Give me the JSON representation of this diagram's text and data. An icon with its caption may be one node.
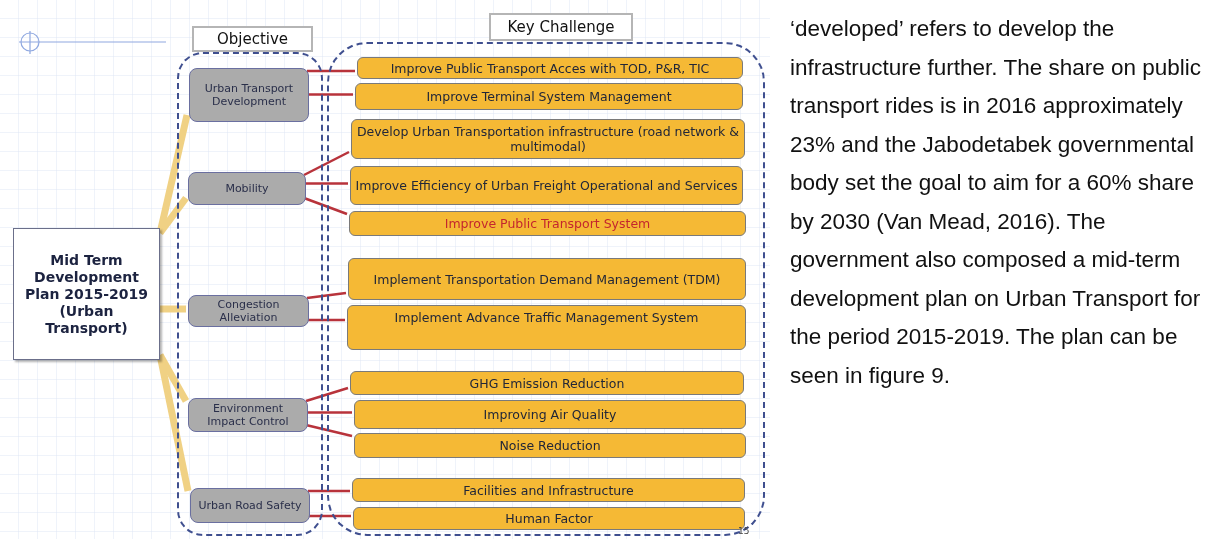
{
  "diagram": {
    "nodes": [
      {
        "text": [
          "Mid Term Development Plan 2015-2019 (Urban Transport)"
        ]
      },
      {
        "text": [
          "Objective"
        ]
      },
      {
        "text": [
          "Urban Transport Development"
        ],
        "in": 1
      },
      {
        "text": [
          "Mobility"
        ],
        "in": 1
      },
      {
        "text": [
          "Congestion Alleviation"
        ],
        "in": 1
      },
      {
        "text": [
          "Environment Impact Control"
        ],
        "in": 1
      },
      {
        "text": [
          "Urban Road Safety"
        ],
        "in": 1
      },
      {
        "text": [
          "Key Challenge"
        ]
      },
      {
        "text": [
          "Improve Public Transport Acces with TOD, P&R, TIC"
        ],
        "in": 7
      },
      {
        "text": [
          "Improve Terminal System Management"
        ],
        "in": 7
      },
      {
        "text": [
          "Develop Urban Transportation infrastructure (road network & multimodal)"
        ],
        "in": 7
      },
      {
        "text": [
          "Improve Efficiency of Urban Freight Operational and Services"
        ],
        "in": 7
      },
      {
        "text": [
          "Improve Public Transport System"
        ],
        "in": 7
      },
      {
        "text": [
          "Implement Transportation Demand Management (TDM)"
        ],
        "in": 7
      },
      {
        "text": [
          "Implement Advance Traffic Management System"
        ],
        "in": 7
      },
      {
        "text": [
          "GHG Emission Reduction"
        ],
        "in": 7
      },
      {
        "text": [
          "Improving Air Quality"
        ],
        "in": 7
      },
      {
        "text": [
          "Noise Reduction"
        ],
        "in": 7
      },
      {
        "text": [
          "Facilities and Infrastructure"
        ],
        "in": 7
      },
      {
        "text": [
          "Human Factor"
        ],
        "in": 7
      }
    ],
    "edges": [
      {
        "from": 0,
        "to": 2,
        "arrow": "none",
        "style": "thick",
        "color": "#f0d184"
      },
      {
        "from": 0,
        "to": 3,
        "arrow": "none",
        "style": "thick",
        "color": "#f0d184"
      },
      {
        "from": 0,
        "to": 4,
        "arrow": "none",
        "style": "thick",
        "color": "#f0d184"
      },
      {
        "from": 0,
        "to": 5,
        "arrow": "none",
        "style": "thick",
        "color": "#f0d184"
      },
      {
        "from": 0,
        "to": 6,
        "arrow": "none",
        "style": "thick",
        "color": "#f0d184"
      },
      {
        "from": 2,
        "to": 8,
        "arrow": "none"
      },
      {
        "from": 2,
        "to": 9,
        "arrow": "none"
      },
      {
        "from": 3,
        "to": 10,
        "arrow": "none"
      },
      {
        "from": 3,
        "to": 11,
        "arrow": "none"
      },
      {
        "from": 3,
        "to": 12,
        "arrow": "none"
      },
      {
        "from": 4,
        "to": 13,
        "arrow": "none"
      },
      {
        "from": 4,
        "to": 14,
        "arrow": "none"
      },
      {
        "from": 5,
        "to": 15,
        "arrow": "none"
      },
      {
        "from": 5,
        "to": 16,
        "arrow": "none"
      },
      {
        "from": 5,
        "to": 17,
        "arrow": "none"
      },
      {
        "from": 6,
        "to": 18,
        "arrow": "none"
      },
      {
        "from": 6,
        "to": 19,
        "arrow": "none"
      }
    ],
    "labels": [
      "15",
      "‘developed’ refers to develop the infrastructure further. The share on public transport rides is in 2016 approximately 23% and the Jabodetabek governmental body set the goal to aim for a 60% share by 2030 (Van Mead, 2016). The government also composed a mid-term development plan on Urban Transport for the period 2015-2019. The plan can be seen in figure 9."
    ]
  }
}
